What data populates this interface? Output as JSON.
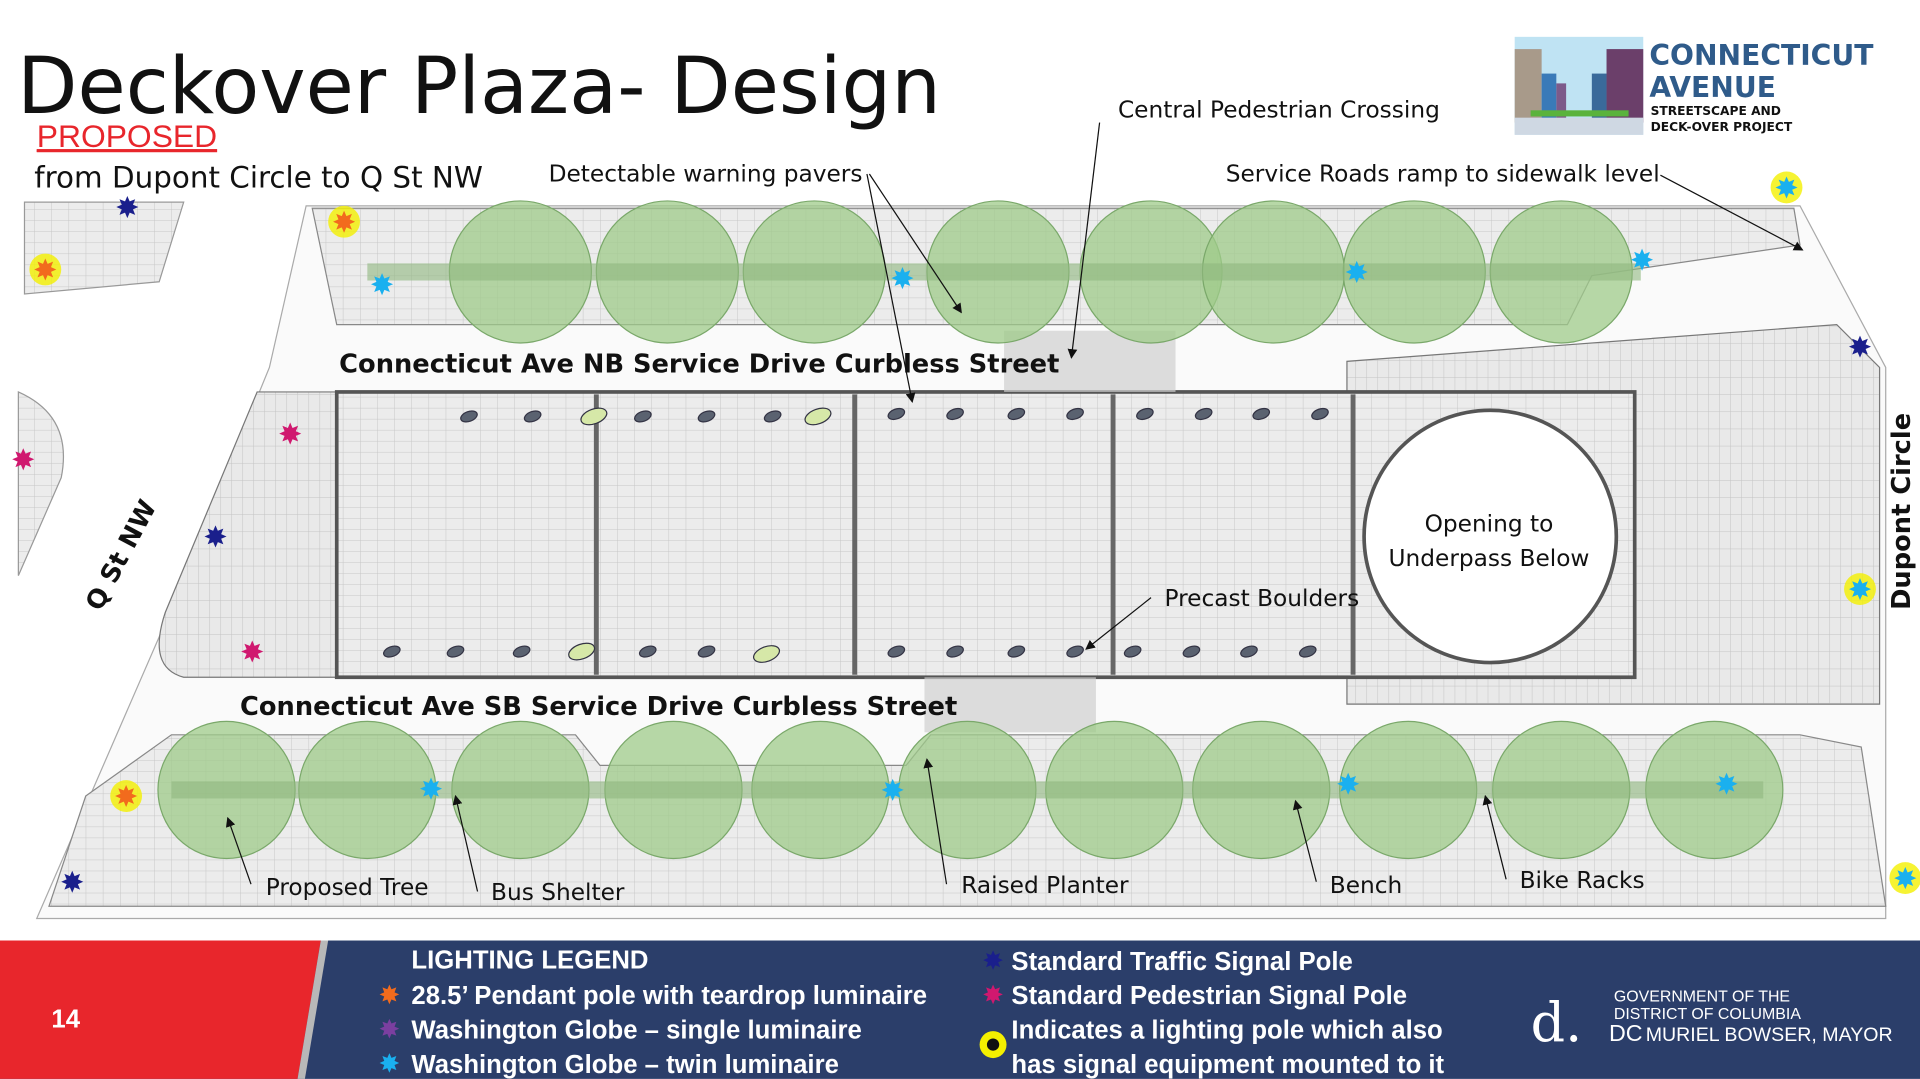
{
  "header": {
    "title": "Deckover Plaza- Design",
    "status": "PROPOSED",
    "subtitle": "from Dupont Circle to Q St NW"
  },
  "logo": {
    "line1": "CONNECTICUT",
    "line2": "AVENUE",
    "line3": "STREETSCAPE AND",
    "line4": "DECK-OVER PROJECT"
  },
  "plan": {
    "labels": {
      "central_crossing": "Central Pedestrian Crossing",
      "warning_pavers": "Detectable warning pavers",
      "service_ramp": "Service Roads ramp to sidewalk level",
      "nb_street": "Connecticut Ave NB Service Drive Curbless Street",
      "sb_street": "Connecticut Ave SB Service Drive Curbless Street",
      "opening_1": "Opening to",
      "opening_2": "Underpass Below",
      "boulders": "Precast Boulders",
      "q_st": "Q St NW",
      "dupont": "Dupont Circle",
      "tree": "Proposed Tree",
      "bus_shelter": "Bus Shelter",
      "planter": "Raised Planter",
      "bench": "Bench",
      "bike_racks": "Bike Racks"
    }
  },
  "footer": {
    "page_number": "14",
    "legend_title": "LIGHTING LEGEND",
    "legend": [
      {
        "icon": "orange-star-icon",
        "color": "#f26b1d",
        "label": "28.5’ Pendant pole with teardrop luminaire"
      },
      {
        "icon": "purple-star-icon",
        "color": "#7b3fa0",
        "label": "Washington Globe – single luminaire"
      },
      {
        "icon": "cyan-star-icon",
        "color": "#1ab0ef",
        "label": "Washington Globe – twin luminaire"
      },
      {
        "icon": "navy-star-icon",
        "color": "#1a1f8c",
        "label": "Standard Traffic Signal Pole"
      },
      {
        "icon": "magenta-star-icon",
        "color": "#d0186f",
        "label": "Standard Pedestrian Signal Pole"
      },
      {
        "icon": "yellow-halo-icon",
        "color": "#f4f000",
        "label": "Indicates a lighting pole which also",
        "label2": "has signal equipment mounted to it"
      }
    ],
    "gov": {
      "mark": "d.",
      "line1": "GOVERNMENT OF THE",
      "line2": "DISTRICT OF COLUMBIA",
      "line3": "MURIEL BOWSER, MAYOR",
      "dc": "DC"
    }
  },
  "colors": {
    "navy": "#2b3e6a",
    "red": "#e8262c",
    "tree": "#9fcb8a",
    "proposed": "#e8262c",
    "logo_blue": "#2f5b8a"
  }
}
